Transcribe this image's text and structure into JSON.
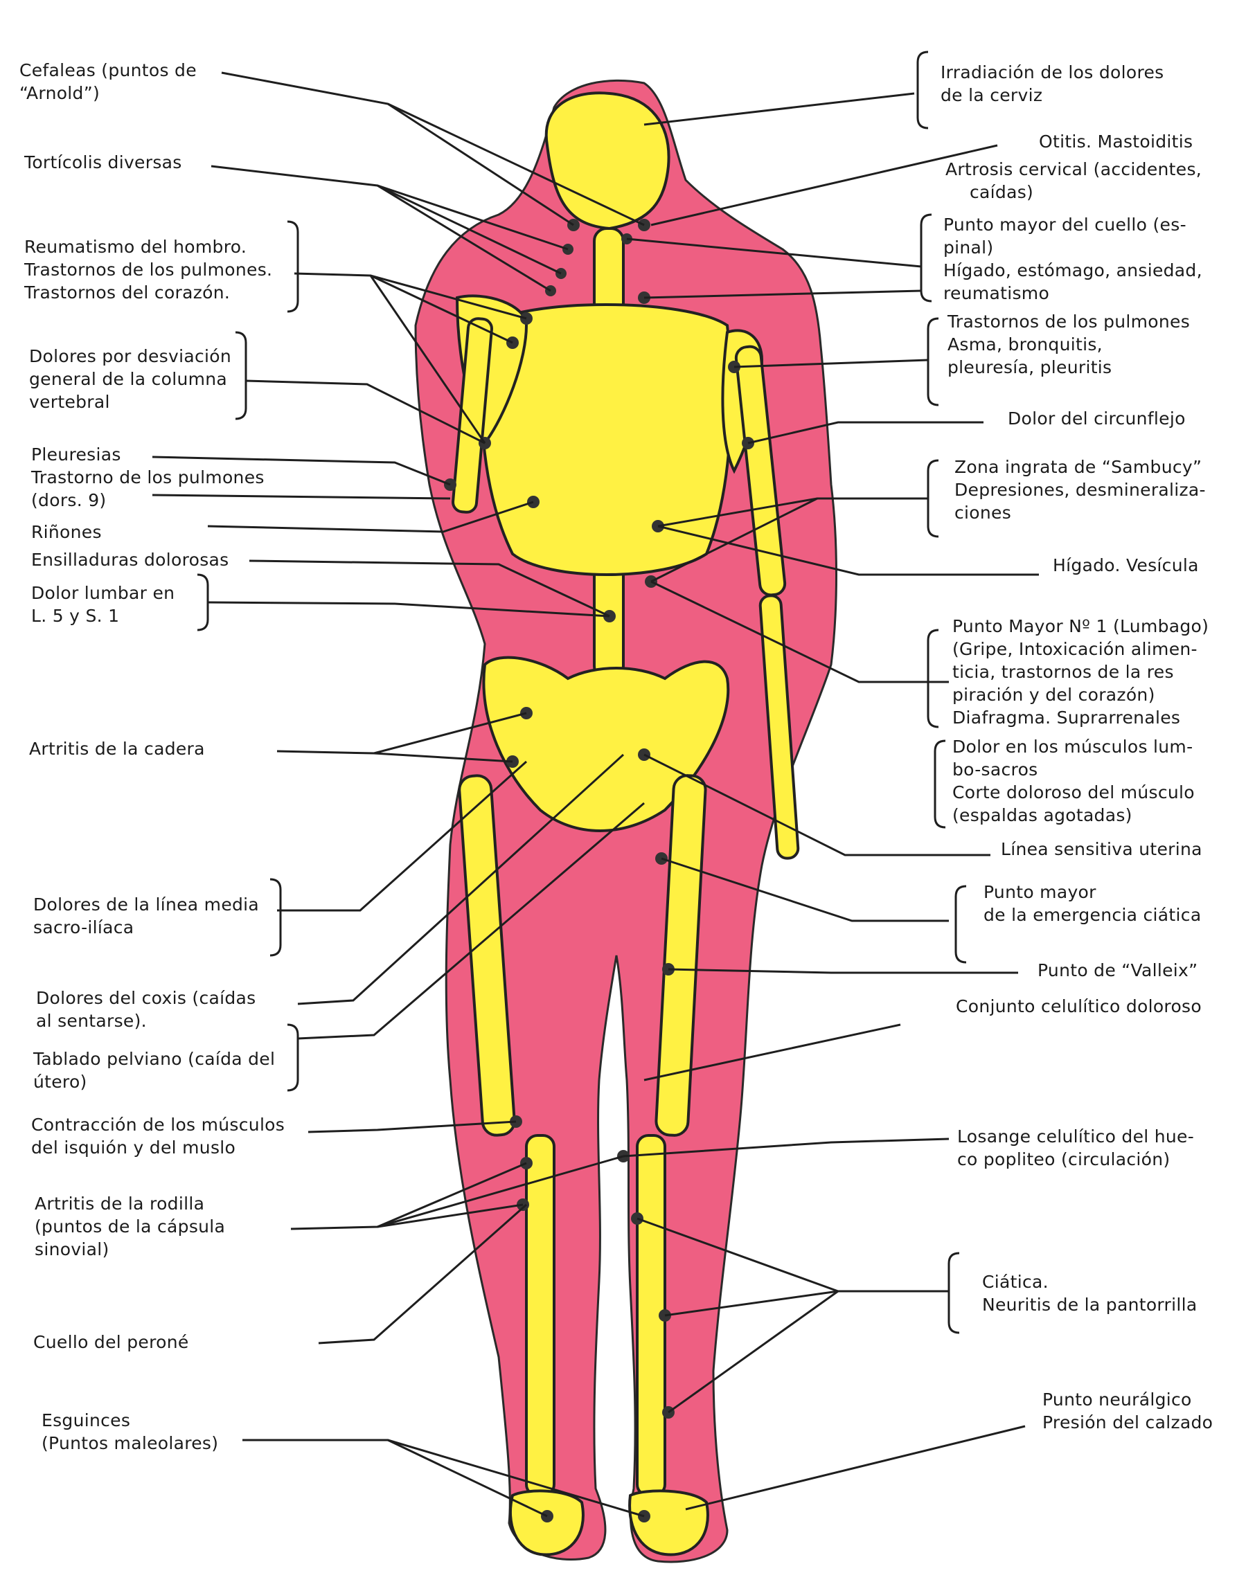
{
  "colors": {
    "body": "#ee5f82",
    "body_dark": "#d64a6e",
    "bone": "#fff143",
    "outline": "#222222",
    "point": "#333333"
  },
  "labels_left": [
    {
      "id": "cefaleas",
      "lines": [
        "Cefaleas (puntos de",
        "“Arnold”)"
      ]
    },
    {
      "id": "torticolis",
      "lines": [
        "Tortícolis diversas"
      ]
    },
    {
      "id": "reumatismo-hombro",
      "lines": [
        "Reumatismo del hombro.",
        "Trastornos de los pulmones.",
        "Trastornos del corazón."
      ]
    },
    {
      "id": "desviacion-columna",
      "lines": [
        "Dolores por desviación",
        "general de la columna",
        "vertebral"
      ]
    },
    {
      "id": "pleuresias",
      "lines": [
        "Pleuresias",
        "Trastorno de los pulmones",
        "(dors. 9)"
      ]
    },
    {
      "id": "rinones",
      "lines": [
        "Riñones"
      ]
    },
    {
      "id": "ensilladuras",
      "lines": [
        "Ensilladuras dolorosas"
      ]
    },
    {
      "id": "dolor-lumbar",
      "lines": [
        "Dolor lumbar en",
        "L. 5 y S. 1"
      ]
    },
    {
      "id": "artritis-cadera",
      "lines": [
        "Artritis de la cadera"
      ]
    },
    {
      "id": "linea-media",
      "lines": [
        "Dolores de la línea media",
        "sacro-ilíaca"
      ]
    },
    {
      "id": "coxis",
      "lines": [
        "Dolores del coxis (caídas",
        "al sentarse)."
      ]
    },
    {
      "id": "tablado-pelviano",
      "lines": [
        "Tablado pelviano (caída del",
        "útero)"
      ]
    },
    {
      "id": "contraccion-musculos",
      "lines": [
        "Contracción de los músculos",
        "del isquión y del muslo"
      ]
    },
    {
      "id": "artritis-rodilla",
      "lines": [
        "Artritis de la rodilla",
        "(puntos de la cápsula",
        "sinovial)"
      ]
    },
    {
      "id": "cuello-perone",
      "lines": [
        "Cuello del peroné"
      ]
    },
    {
      "id": "esguinces",
      "lines": [
        "Esguinces",
        "(Puntos maleolares)"
      ]
    }
  ],
  "labels_right": [
    {
      "id": "irradiacion-cerviz",
      "lines": [
        "Irradiación de los dolores",
        "de la cerviz"
      ]
    },
    {
      "id": "otitis",
      "lines": [
        "Otitis. Mastoiditis"
      ]
    },
    {
      "id": "artrosis-cervical",
      "lines": [
        "Artrosis cervical (accidentes,",
        "caídas)"
      ]
    },
    {
      "id": "punto-mayor-cuello",
      "lines": [
        "Punto mayor del cuello (es-",
        "pinal)",
        "Hígado, estómago, ansiedad,",
        "reumatismo"
      ]
    },
    {
      "id": "trastornos-pulmones",
      "lines": [
        "Trastornos de los pulmones",
        "Asma, bronquitis,",
        "pleuresía, pleuritis"
      ]
    },
    {
      "id": "circunflejo",
      "lines": [
        "Dolor del circunflejo"
      ]
    },
    {
      "id": "sambucy",
      "lines": [
        "Zona ingrata de “Sambucy”",
        "Depresiones, desmineraliza-",
        "ciones"
      ]
    },
    {
      "id": "higado-vesicula",
      "lines": [
        "Hígado. Vesícula"
      ]
    },
    {
      "id": "punto-mayor-1",
      "lines": [
        "Punto Mayor Nº 1 (Lumbago)",
        "(Gripe, Intoxicación alimen-",
        "ticia, trastornos de la res",
        "piración y del corazón)",
        "Diafragma. Suprarrenales"
      ]
    },
    {
      "id": "musculos-lumbo",
      "lines": [
        "Dolor en los músculos lum-",
        "bo-sacros",
        "Corte doloroso del músculo",
        "(espaldas agotadas)"
      ]
    },
    {
      "id": "linea-uterina",
      "lines": [
        "Línea sensitiva uterina"
      ]
    },
    {
      "id": "emergencia-ciatica",
      "lines": [
        "Punto mayor",
        "de la emergencia ciática"
      ]
    },
    {
      "id": "valleix",
      "lines": [
        "Punto de “Valleix”"
      ]
    },
    {
      "id": "conjunto-celulitico",
      "lines": [
        "Conjunto celulítico doloroso"
      ]
    },
    {
      "id": "losange",
      "lines": [
        "Losange celulítico del hue-",
        "co popliteo (circulación)"
      ]
    },
    {
      "id": "ciatica",
      "lines": [
        "Ciática.",
        "Neuritis de la pantorrilla"
      ]
    },
    {
      "id": "punto-neuralgico",
      "lines": [
        "Punto neurálgico",
        "Presión del calzado"
      ]
    }
  ]
}
